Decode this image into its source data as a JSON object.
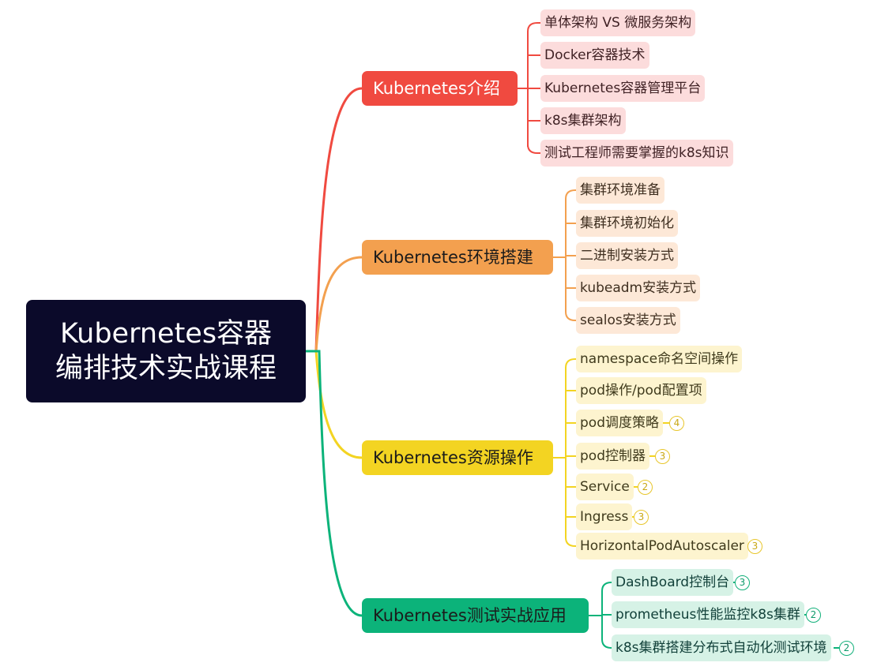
{
  "root": {
    "line1": "Kubernetes容器",
    "line2": "编排技术实战课程"
  },
  "branches": [
    {
      "label": "Kubernetes介绍",
      "color": "#f04a40",
      "leaves": [
        {
          "label": "单体架构 VS 微服务架构"
        },
        {
          "label": "Docker容器技术"
        },
        {
          "label": "Kubernetes容器管理平台"
        },
        {
          "label": "k8s集群架构"
        },
        {
          "label": "测试工程师需要掌握的k8s知识"
        }
      ]
    },
    {
      "label": "Kubernetes环境搭建",
      "color": "#f3a04f",
      "leaves": [
        {
          "label": "集群环境准备"
        },
        {
          "label": "集群环境初始化"
        },
        {
          "label": "二进制安装方式"
        },
        {
          "label": "kubeadm安装方式"
        },
        {
          "label": "sealos安装方式"
        }
      ]
    },
    {
      "label": "Kubernetes资源操作",
      "color": "#f3d422",
      "leaves": [
        {
          "label": "namespace命名空间操作"
        },
        {
          "label": "pod操作/pod配置项"
        },
        {
          "label": "pod调度策略",
          "count": "4"
        },
        {
          "label": "pod控制器",
          "count": "3"
        },
        {
          "label": "Service",
          "count": "2"
        },
        {
          "label": "Ingress",
          "count": "3"
        },
        {
          "label": "HorizontalPodAutoscaler",
          "count": "3"
        }
      ]
    },
    {
      "label": "Kubernetes测试实战应用",
      "color": "#0cb37a",
      "leaves": [
        {
          "label": "DashBoard控制台",
          "count": "3"
        },
        {
          "label": "prometheus性能监控k8s集群",
          "count": "2"
        },
        {
          "label": "k8s集群搭建分布式自动化测试环境",
          "count": "2"
        }
      ]
    }
  ]
}
